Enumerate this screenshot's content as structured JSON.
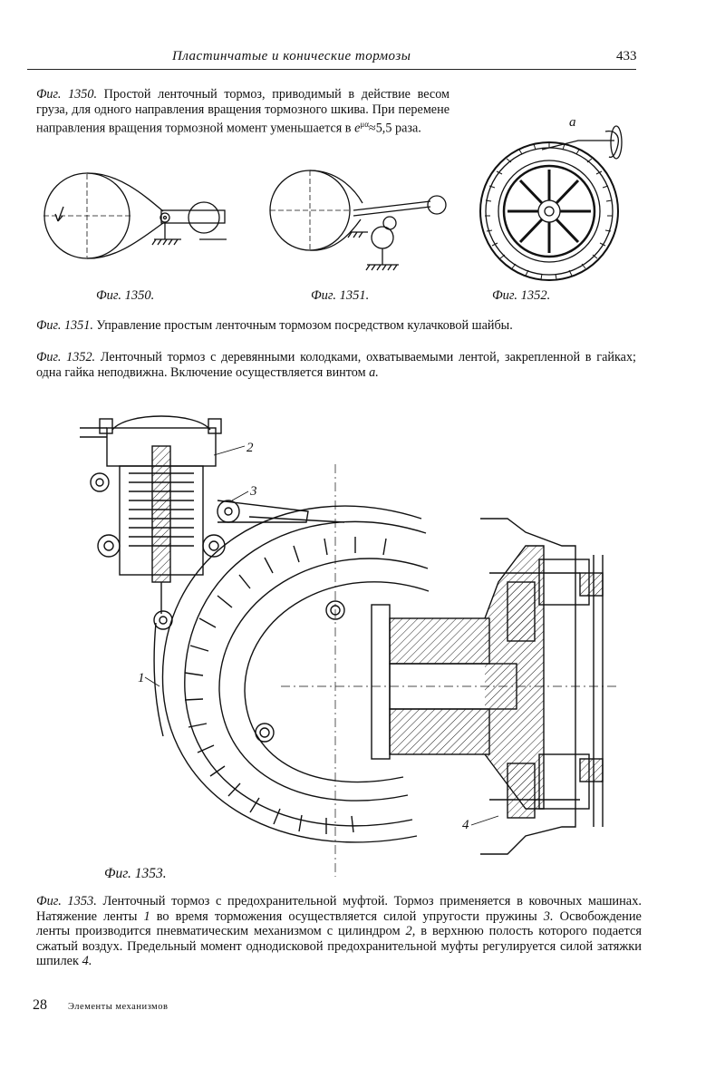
{
  "header": {
    "title": "Пластинчатые и конические тормозы",
    "page_number": "433"
  },
  "captions_top": {
    "fig1350_label": "Фиг. 1350.",
    "fig1350_text": "Простой ленточный тормоз, приводимый в действие весом груза, для одного направления вращения тормозного шкива. При перемене направления вращения тормозной момент уменьшается в",
    "fig1350_formula": "e",
    "fig1350_exp": "μα",
    "fig1350_tail": "≈5,5 раза."
  },
  "figures_row": {
    "fig1350": "Фиг. 1350.",
    "fig1351": "Фиг. 1351.",
    "fig1352": "Фиг. 1352.",
    "fig1352_marker": "a"
  },
  "captions_mid": {
    "fig1351_label": "Фиг. 1351.",
    "fig1351_text": "Управление простым ленточным тормозом посредством кулачковой шайбы.",
    "fig1352_label": "Фиг. 1352.",
    "fig1352_text": "Ленточный тормоз с деревянными колодками, охватываемыми лентой, закрепленной в гайках; одна гайка неподвижна. Включение осуществляется винтом",
    "fig1352_var": "a."
  },
  "fig1353": {
    "caption": "Фиг. 1353.",
    "label_1": "1",
    "label_2": "2",
    "label_3": "3",
    "label_4": "4"
  },
  "captions_bottom": {
    "fig1353_label": "Фиг. 1353.",
    "fig1353_text_a": "Ленточный тормоз с предохранительной муфтой. Тормоз применяется в ковочных машинах. Натяжение ленты",
    "fig1353_n1": "1",
    "fig1353_text_b": "во время торможения осуществляется силой упругости пружины",
    "fig1353_n3": "3.",
    "fig1353_text_c": "Освобождение ленты производится пневматическим механизмом с цилиндром",
    "fig1353_n2": "2,",
    "fig1353_text_d": "в верхнюю полость которого подается сжатый воздух. Предельный момент однодисковой предохранительной муфты регулируется силой затяжки шпилек",
    "fig1353_n4": "4."
  },
  "footer": {
    "number": "28",
    "text": "Элементы механизмов"
  }
}
